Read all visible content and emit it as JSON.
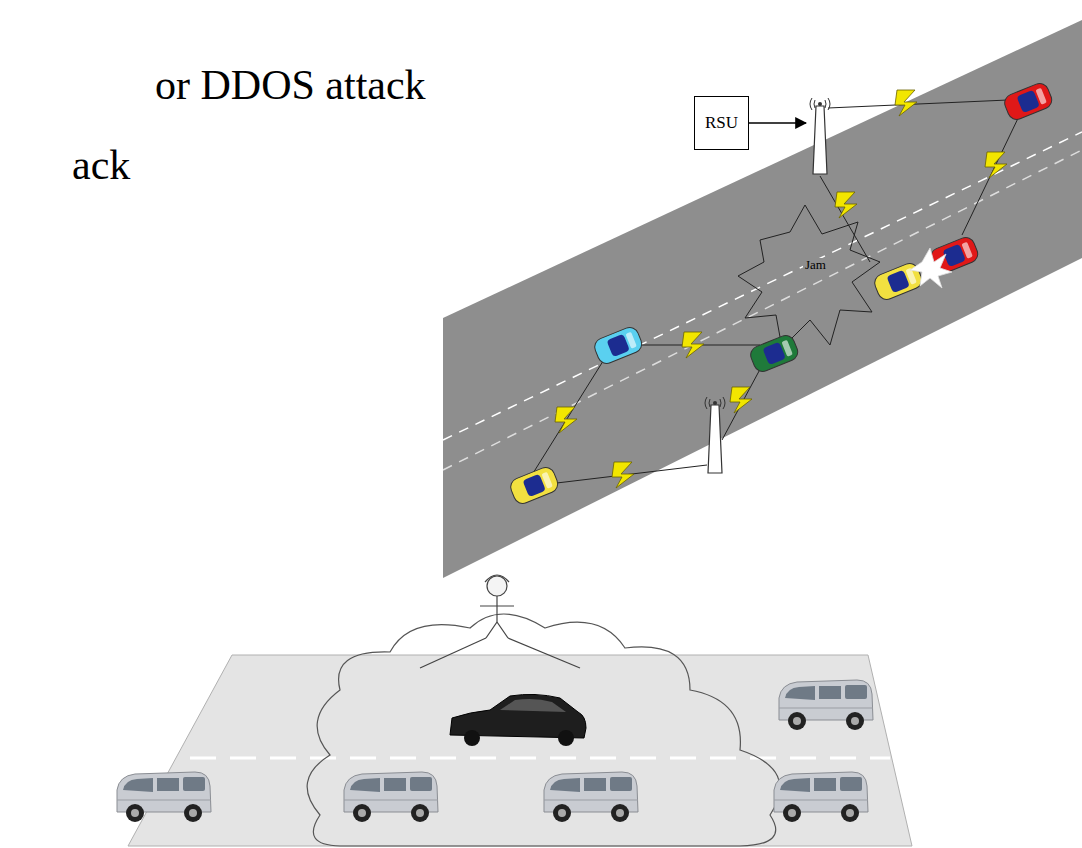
{
  "diagram": {
    "nodes": [
      {
        "text": [
          "RSU"
        ]
      }
    ],
    "labels": [
      "or DDOS attack",
      "ack",
      "Jam"
    ]
  }
}
